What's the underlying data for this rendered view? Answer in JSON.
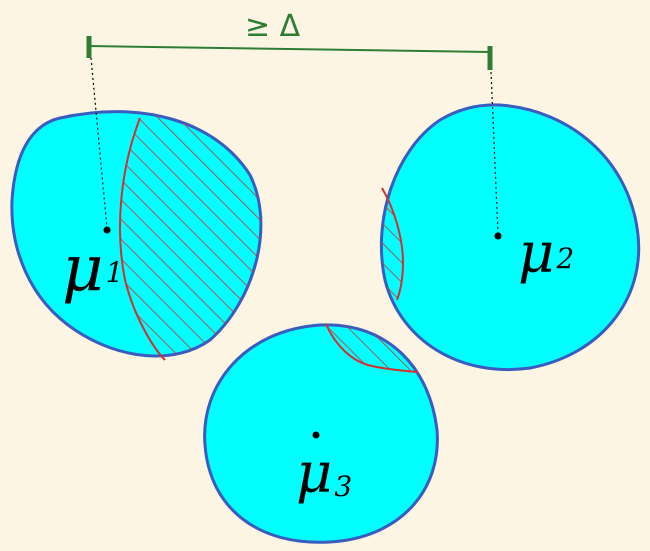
{
  "colors": {
    "background": "#fdf5e4",
    "cluster_fill": "#00ffff",
    "cluster_outline": "#3a5bbf",
    "hatch": "#d62e2e",
    "distance_line": "#2e7d32"
  },
  "distance_label": "≥ Δ",
  "clusters": [
    {
      "symbol": "μ",
      "subscript": "1"
    },
    {
      "symbol": "μ",
      "subscript": "2"
    },
    {
      "symbol": "μ",
      "subscript": "3"
    }
  ]
}
